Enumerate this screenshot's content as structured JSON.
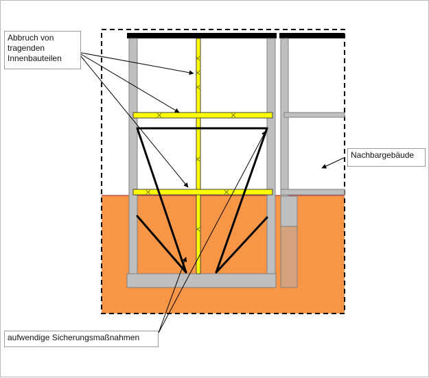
{
  "labels": {
    "demolition": "Abbruch von\ntragenden\nInnenbauteilen",
    "neighbour_building": "Nachbargebäude",
    "securing_measures": "aufwendige Sicherungsmaßnahmen"
  },
  "colors": {
    "ground": "#f79646",
    "wall": "#bfbfbf",
    "wall_stroke": "#7f7f7f",
    "load_bearing": "#ffff00",
    "roof": "#000000",
    "neighbour_foundation": "#d6a17d",
    "dashed_outline": "#000000"
  }
}
